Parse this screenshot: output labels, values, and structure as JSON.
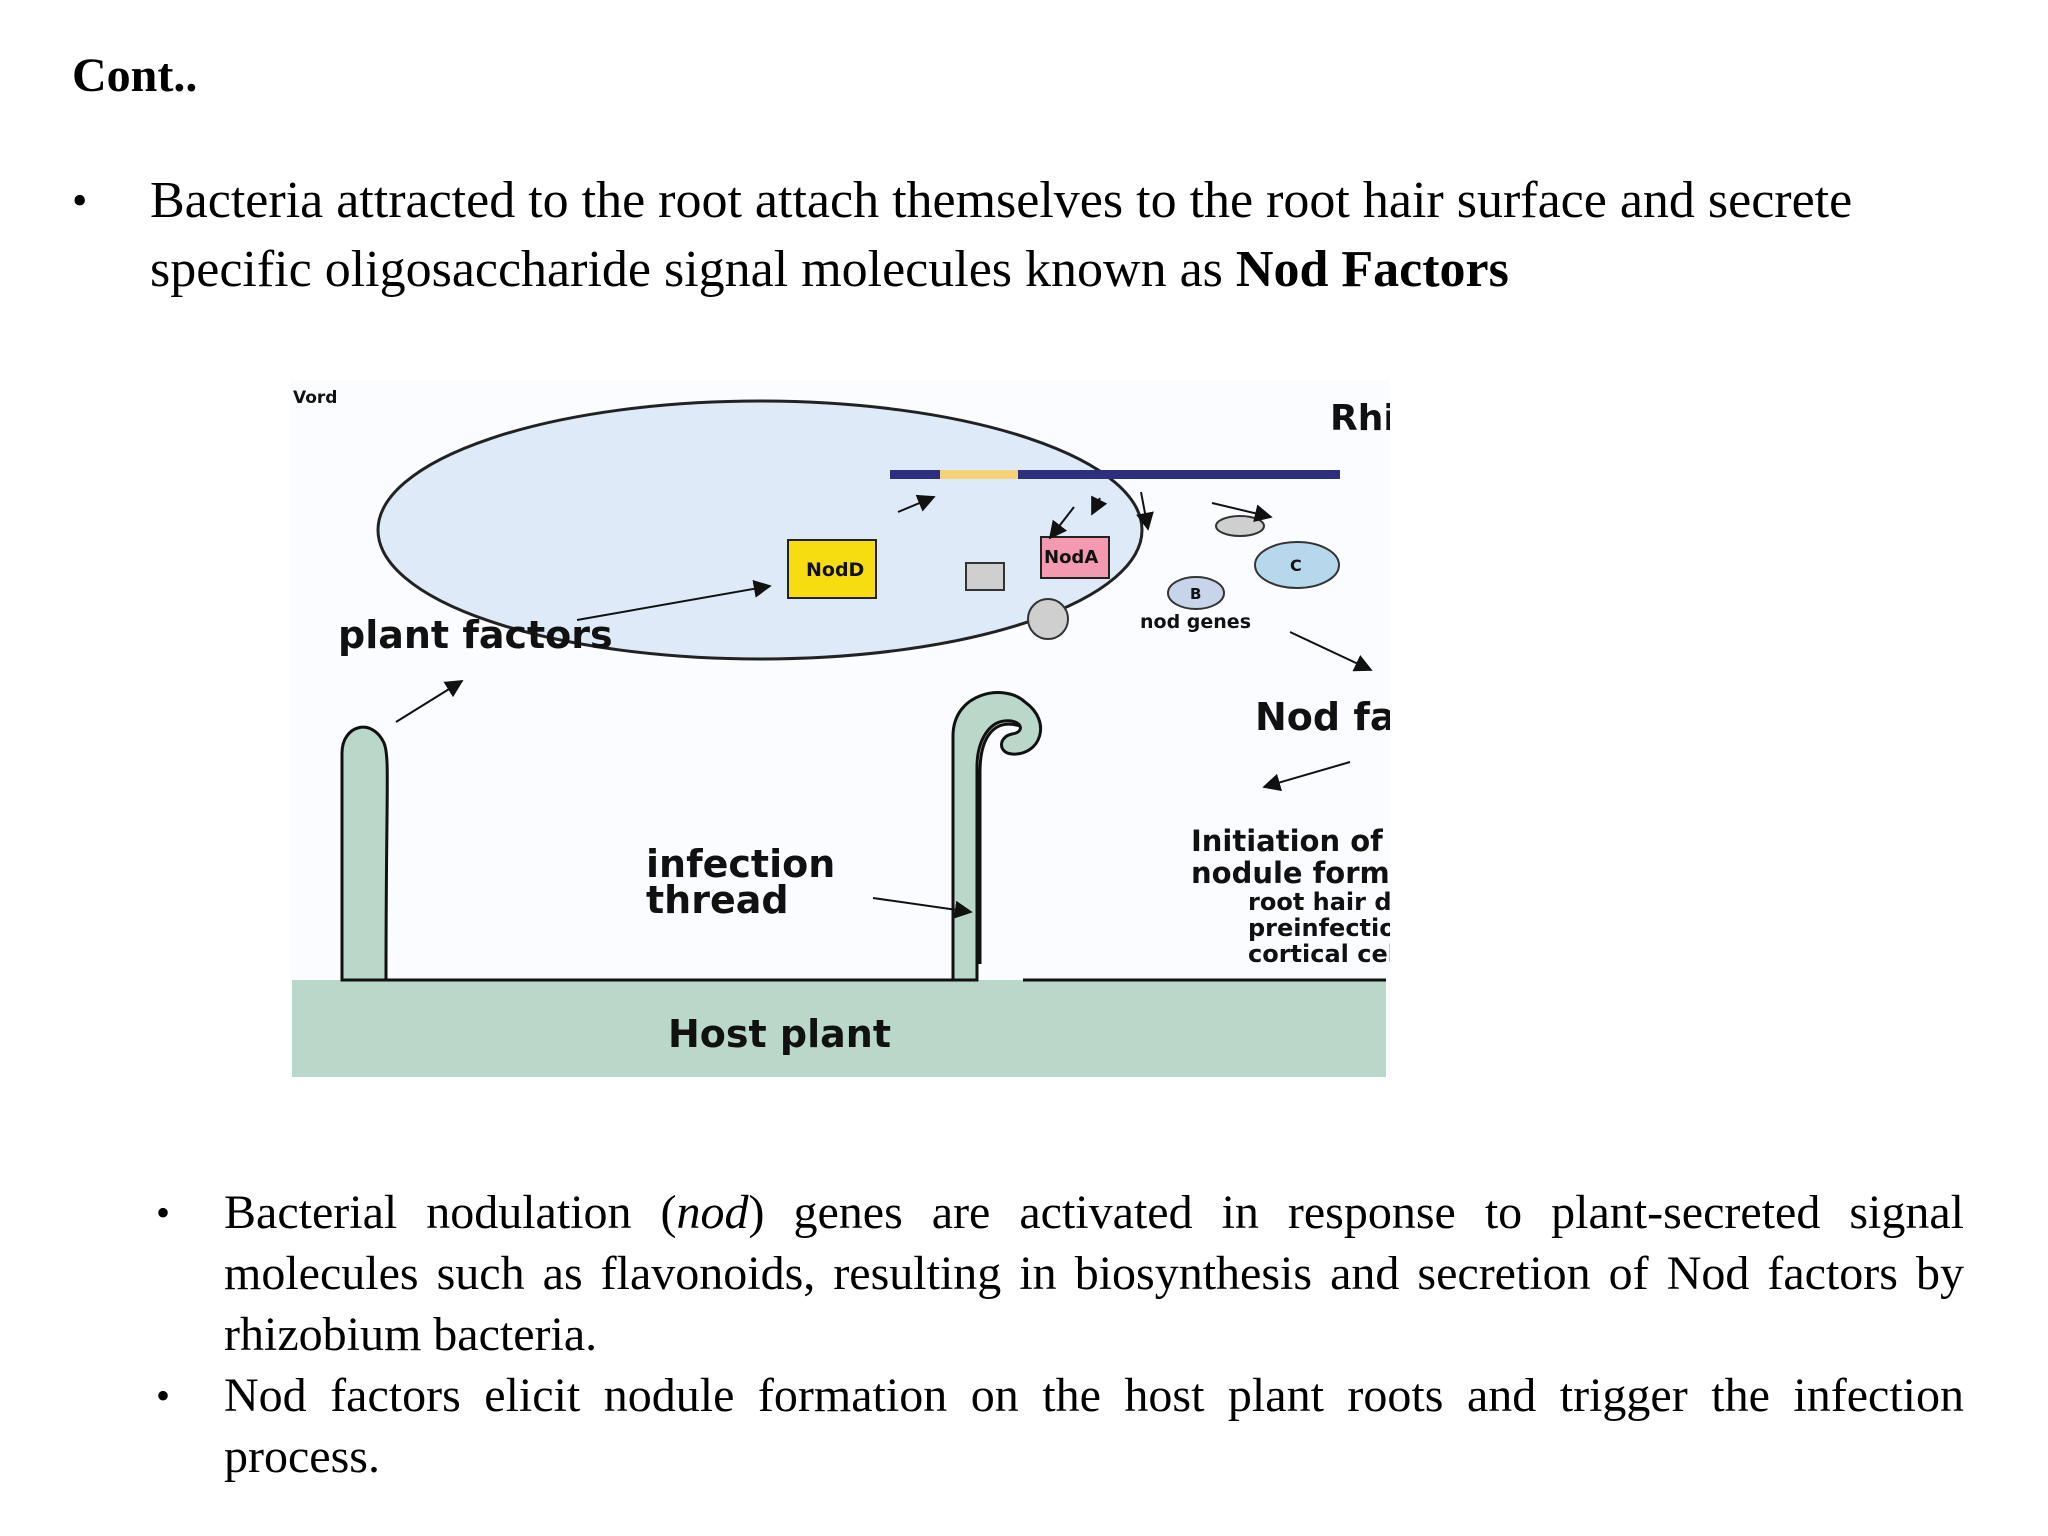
{
  "slide": {
    "title": "Cont..",
    "main_bullet": {
      "text_before": "Bacteria attracted to the root attach themselves to the root hair surface and secrete specific oligosaccharide signal molecules known as ",
      "bold_text": "Nod Factors"
    },
    "sub_bullets": [
      {
        "before": "Bacterial nodulation (",
        "italic": "nod",
        "after": ") genes are activated in response to plant-secreted signal molecules such as flavonoids, resulting in biosynthesis and secretion of Nod factors by rhizobium bacteria."
      },
      {
        "text": "Nod factors elicit nodule formation on the host plant roots and trigger the infection process."
      }
    ]
  },
  "diagram": {
    "watermark": "Vord",
    "rhizobia_label": "Rhizobia",
    "noddd_label": "NodD",
    "noda_label": "NodA",
    "b_label": "B",
    "c_label": "C",
    "nod_genes_label": "nod genes",
    "plant_factors_label": "plant factors",
    "nod_factors_label": "Nod factors",
    "infection_label_1": "infection",
    "infection_label_2": "thread",
    "host_plant_label": "Host plant",
    "initiation_line_1": "Initiation of the",
    "initiation_line_2": "nodule formation process",
    "process_steps": [
      "root hair deformation",
      "preinfection thread formation",
      "cortical cell division"
    ],
    "colors": {
      "cell_fill": "#deeaf8",
      "root_fill": "#b9d8c9",
      "gene_bar": "#2f2f7f",
      "gene_highlight": "#f3d27a",
      "nodd_fill": "#f6dd12",
      "noda_fill": "#f39ab0",
      "sphere_c": "#b7d8ec",
      "sphere_b": "#c7d4ea",
      "gray_shape": "#cfcfcf"
    }
  }
}
